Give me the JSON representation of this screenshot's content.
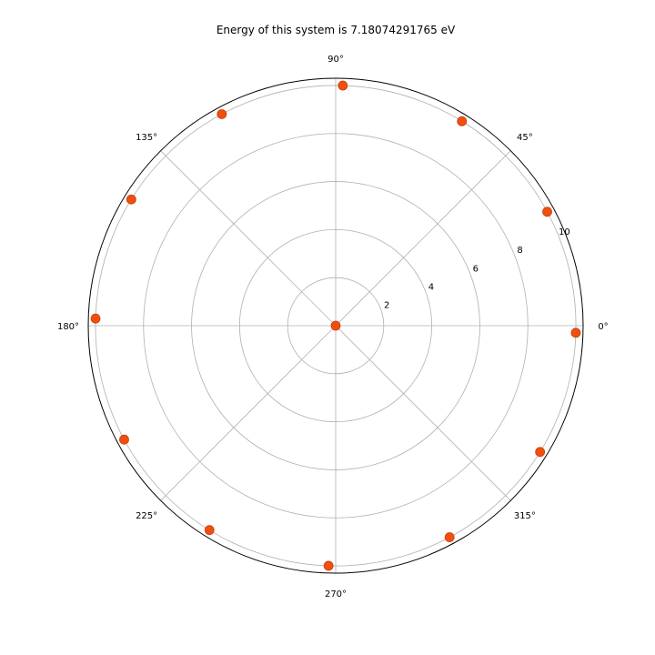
{
  "chart_data": {
    "type": "scatter",
    "projection": "polar",
    "title": "Energy of this system is 7.18074291765 eV",
    "angle_ticks": [
      {
        "deg": 0,
        "label": "0°"
      },
      {
        "deg": 45,
        "label": "45°"
      },
      {
        "deg": 90,
        "label": "90°"
      },
      {
        "deg": 135,
        "label": "135°"
      },
      {
        "deg": 180,
        "label": "180°"
      },
      {
        "deg": 225,
        "label": "225°"
      },
      {
        "deg": 270,
        "label": "270°"
      },
      {
        "deg": 315,
        "label": "315°"
      }
    ],
    "radial_ticks": [
      {
        "value": 2,
        "label": "2"
      },
      {
        "value": 4,
        "label": "4"
      },
      {
        "value": 6,
        "label": "6"
      },
      {
        "value": 8,
        "label": "8"
      },
      {
        "value": 10,
        "label": "10"
      }
    ],
    "rlim": [
      0,
      10.3
    ],
    "grid": true,
    "marker_color": "#f0500f",
    "marker_edge_color": "#c83c0a",
    "points": [
      {
        "theta_deg": 0,
        "r": 0
      },
      {
        "theta_deg": 358.3,
        "r": 10.0
      },
      {
        "theta_deg": 28.3,
        "r": 10.0
      },
      {
        "theta_deg": 58.3,
        "r": 10.0
      },
      {
        "theta_deg": 88.3,
        "r": 10.0
      },
      {
        "theta_deg": 118.3,
        "r": 10.0
      },
      {
        "theta_deg": 148.3,
        "r": 10.0
      },
      {
        "theta_deg": 178.3,
        "r": 10.0
      },
      {
        "theta_deg": 208.3,
        "r": 10.0
      },
      {
        "theta_deg": 238.3,
        "r": 10.0
      },
      {
        "theta_deg": 268.3,
        "r": 10.0
      },
      {
        "theta_deg": 298.3,
        "r": 10.0
      },
      {
        "theta_deg": 328.3,
        "r": 10.0
      }
    ]
  }
}
